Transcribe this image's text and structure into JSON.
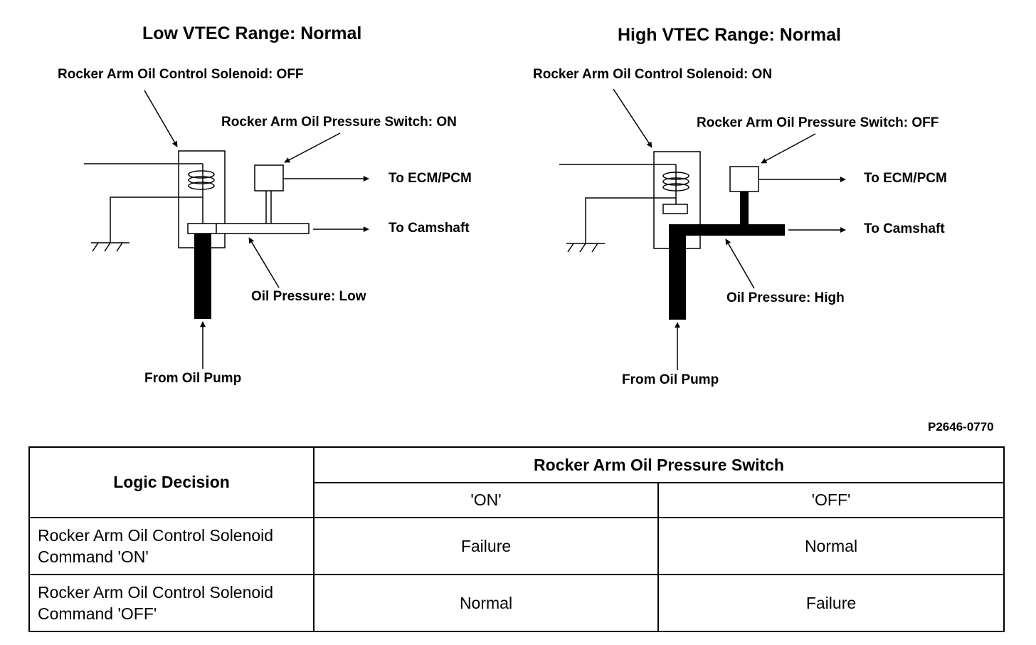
{
  "left_panel": {
    "title": "Low VTEC Range: Normal",
    "solenoid_label": "Rocker Arm Oil Control Solenoid: OFF",
    "switch_label": "Rocker Arm Oil Pressure Switch: ON",
    "ecm_label": "To ECM/PCM",
    "camshaft_label": "To Camshaft",
    "pressure_label": "Oil Pressure: Low",
    "pump_label": "From Oil Pump"
  },
  "right_panel": {
    "title": "High VTEC Range: Normal",
    "solenoid_label": "Rocker Arm Oil Control Solenoid: ON",
    "switch_label": "Rocker Arm Oil Pressure Switch: OFF",
    "ecm_label": "To ECM/PCM",
    "camshaft_label": "To Camshaft",
    "pressure_label": "Oil Pressure: High",
    "pump_label": "From Oil Pump"
  },
  "figure_code": "P2646-0770",
  "table": {
    "corner_header": "Logic Decision",
    "group_header": "Rocker Arm Oil Pressure Switch",
    "columns": [
      "'ON'",
      "'OFF'"
    ],
    "rows": [
      {
        "label_line1": "Rocker Arm Oil Control Solenoid",
        "label_line2": "Command 'ON'",
        "cells": [
          "Failure",
          "Normal"
        ]
      },
      {
        "label_line1": "Rocker Arm Oil Control Solenoid",
        "label_line2": "Command 'OFF'",
        "cells": [
          "Normal",
          "Failure"
        ]
      }
    ]
  }
}
